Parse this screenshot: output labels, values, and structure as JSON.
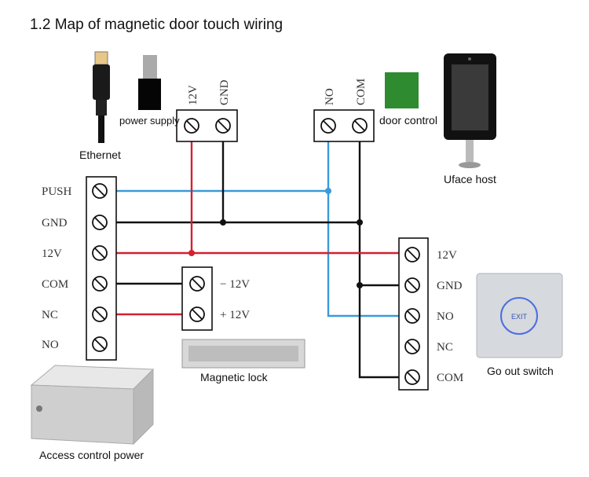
{
  "title": "1.2 Map of magnetic door touch wiring",
  "device_labels": {
    "ethernet": "Ethernet",
    "power_supply": "power supply",
    "door_control": "door control",
    "uface_host": "Uface host",
    "magnetic_lock": "Magnetic lock",
    "go_out_switch": "Go out switch",
    "access_control_power": "Access control power",
    "exit_text": "EXIT"
  },
  "power_terminal": [
    "12V",
    "GND"
  ],
  "door_terminal": [
    "NO",
    "COM"
  ],
  "controller_terminal": [
    "PUSH",
    "GND",
    "12V",
    "COM",
    "NC",
    "NO"
  ],
  "lock_terminal": [
    "− 12V",
    "+ 12V"
  ],
  "switch_terminal": [
    "12V",
    "GND",
    "NO",
    "NC",
    "COM"
  ],
  "colors": {
    "red_wire": "#d42030",
    "black_wire": "#111111",
    "blue_wire": "#3a9ad9",
    "door_control_green": "#2e8b30"
  }
}
